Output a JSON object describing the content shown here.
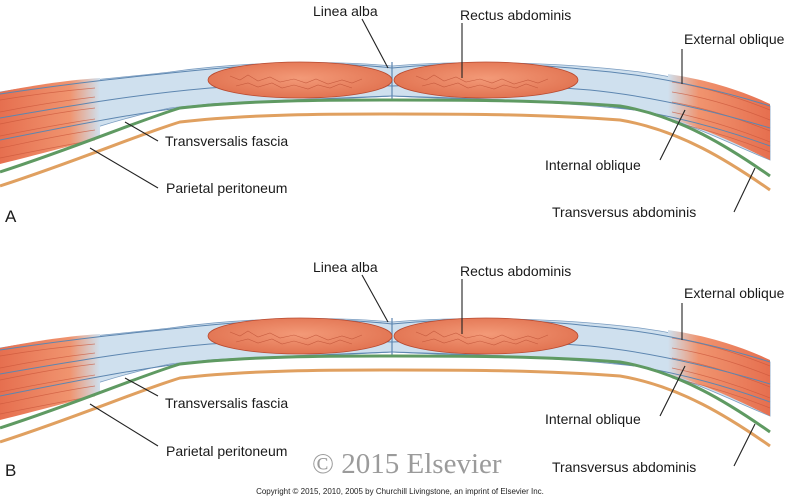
{
  "labels": {
    "linea_alba": "Linea alba",
    "rectus_abdominis": "Rectus abdominis",
    "external_oblique": "External oblique",
    "transversalis_fascia": "Transversalis fascia",
    "internal_oblique": "Internal oblique",
    "parietal_peritoneum": "Parietal peritoneum",
    "transversus_abdominis": "Transversus abdominis"
  },
  "panels": [
    {
      "letter": "A"
    },
    {
      "letter": "B"
    }
  ],
  "watermark": "© 2015 Elsevier",
  "copyright": "Copyright © 2015, 2010, 2005 by Churchill Livingstone, an imprint of Elsevier Inc.",
  "colors": {
    "muscle": "#ee8a68",
    "muscle_dark": "#c9553a",
    "fascia": "#cfe0ee",
    "fascia_line": "#5d86b0",
    "fascia_green": "#5f9a62",
    "peritoneum": "#e0a060",
    "text": "#1a1a1a"
  }
}
